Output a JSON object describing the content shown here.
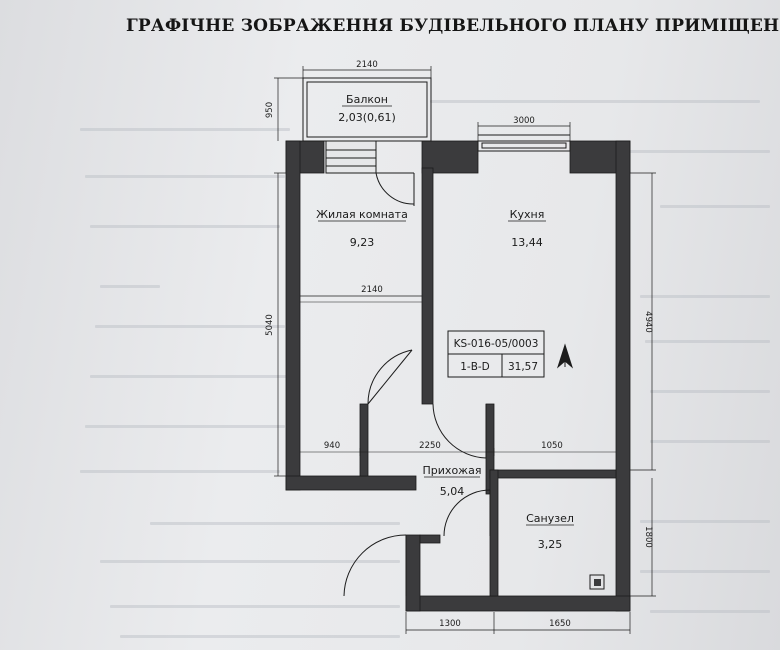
{
  "document": {
    "title": "ГРАФІЧНЕ ЗОБРАЖЕННЯ БУДІВЕЛЬНОГО ПЛАНУ ПРИМІЩЕН"
  },
  "rooms": {
    "balcony": {
      "name": "Балкон",
      "area": "2,03(0,61)"
    },
    "living": {
      "name": "Жилая комната",
      "area": "9,23"
    },
    "kitchen": {
      "name": "Кухня",
      "area": "13,44"
    },
    "hallway": {
      "name": "Прихожая",
      "area": "5,04"
    },
    "bathroom": {
      "name": "Санузел",
      "area": "3,25"
    }
  },
  "plan_label": {
    "code": "KS-016-05/0003",
    "section": "1-В-D",
    "total_area": "31,57"
  },
  "dimensions": {
    "balcony_width": "2140",
    "balcony_depth": "950",
    "kitchen_window": "3000",
    "living_width": "2140",
    "living_height": "5040",
    "kitchen_height": "4940",
    "hall_left": "940",
    "hall_mid": "2250",
    "hall_right": "1050",
    "bath_height": "1800",
    "bottom_left": "1300",
    "bottom_right": "1650"
  },
  "icons": {
    "north": "north-arrow-icon"
  },
  "colors": {
    "wall": "#3b3b3d",
    "line": "#1c1c1c",
    "paper": "#e6e7e9"
  }
}
